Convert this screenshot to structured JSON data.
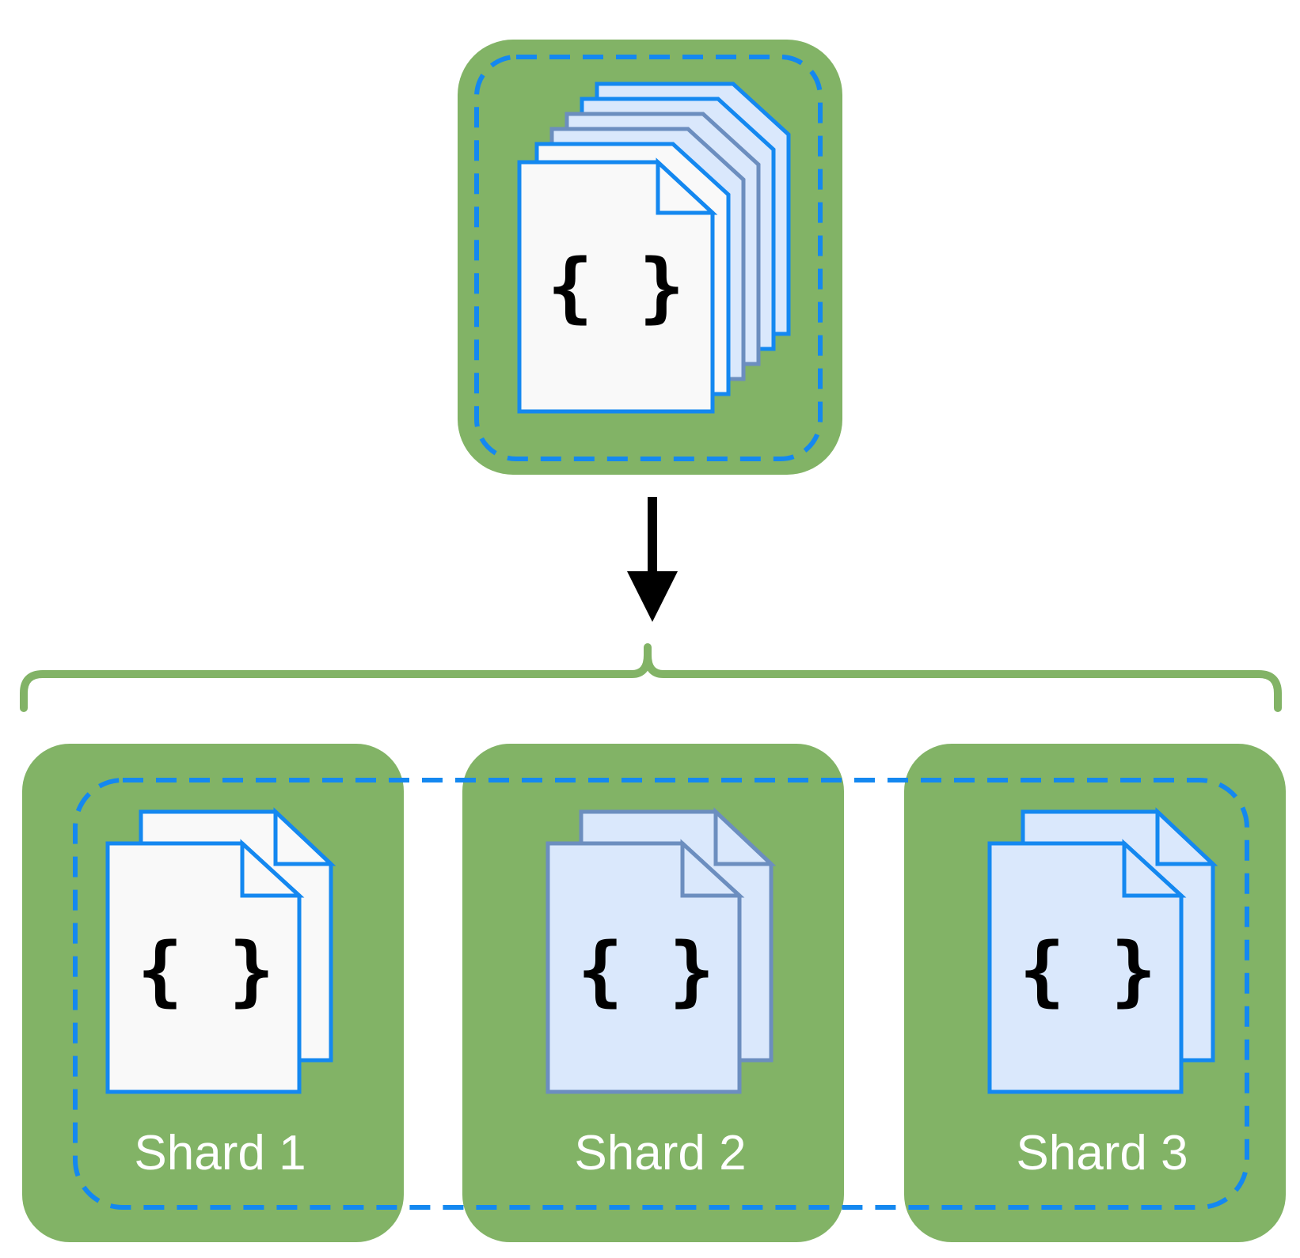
{
  "source": {
    "doc_symbol": "{ }"
  },
  "shards": [
    {
      "label": "Shard 1",
      "doc_symbol": "{ }",
      "style": "white"
    },
    {
      "label": "Shard 2",
      "doc_symbol": "{ }",
      "style": "muted"
    },
    {
      "label": "Shard 3",
      "doc_symbol": "{ }",
      "style": "light"
    }
  ],
  "colors": {
    "tile": "#82B366",
    "dash": "#1488F0",
    "doc_white_fill": "#F9F9F9",
    "doc_blue_fill": "#DAE8FC",
    "doc_blue_stroke": "#1488F0",
    "doc_muted_stroke": "#6C8EBF",
    "arrow": "#000000",
    "brace": "#82B366",
    "label": "#FFFFFF"
  },
  "icons": {
    "source": "json-documents-stack-icon",
    "shard": "json-document-pair-icon",
    "arrow": "arrow-down-icon",
    "brace": "curly-brace-icon"
  }
}
